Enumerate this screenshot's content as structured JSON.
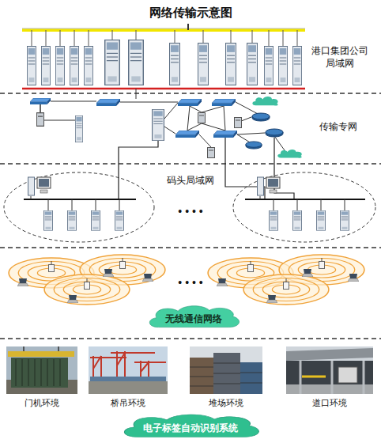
{
  "diagram": {
    "title": "网络传输示意图",
    "nodes": [
      {
        "text": [
          "无线通信网络"
        ]
      },
      {
        "text": [
          "门机环境"
        ]
      },
      {
        "text": [
          "桥吊环境"
        ]
      },
      {
        "text": [
          "堆场环境"
        ]
      },
      {
        "text": [
          "道口环境"
        ]
      },
      {
        "text": [
          "电子标签自动识别系统"
        ]
      }
    ],
    "labels": [
      "港口集团公司 局域网",
      "传输专网",
      "码头局域网",
      "• • • •",
      "• • • •"
    ]
  }
}
